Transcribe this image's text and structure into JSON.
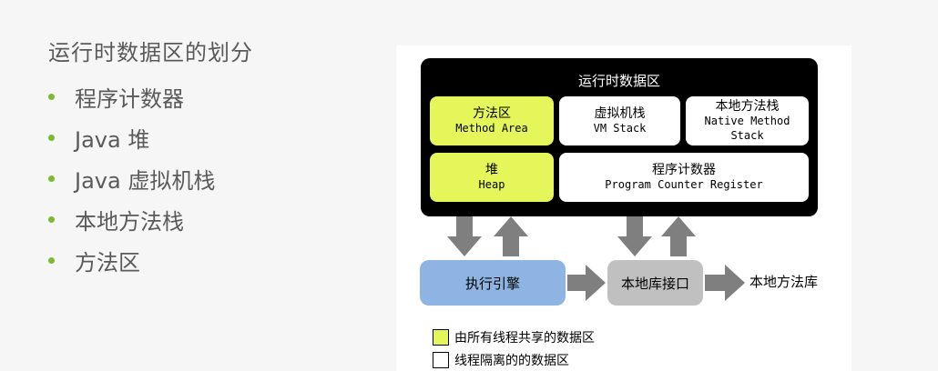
{
  "slide": {
    "title": "运行时数据区的划分",
    "bullets": [
      "程序计数器",
      "Java 堆",
      "Java 虚拟机栈",
      "本地方法栈",
      "方法区"
    ]
  },
  "diagram": {
    "runtime_area_title": "运行时数据区",
    "method_area": {
      "zh": "方法区",
      "en": "Method Area"
    },
    "vm_stack": {
      "zh": "虚拟机栈",
      "en": "VM Stack"
    },
    "native_stack": {
      "zh": "本地方法栈",
      "en_line1": "Native Method",
      "en_line2": "Stack"
    },
    "heap": {
      "zh": "堆",
      "en": "Heap"
    },
    "pc_register": {
      "zh": "程序计数器",
      "en": "Program Counter Register"
    },
    "execution_engine": "执行引擎",
    "native_interface": "本地库接口",
    "native_library": "本地方法库",
    "legend": {
      "shared": "由所有线程共享的数据区",
      "private": "线程隔离的的数据区"
    }
  },
  "colors": {
    "bullet_accent": "#7dba2d",
    "shared_area": "#e5f65b",
    "engine": "#8db4e2",
    "native_interface": "#c0c0c0",
    "arrow": "#7f7f7f"
  }
}
